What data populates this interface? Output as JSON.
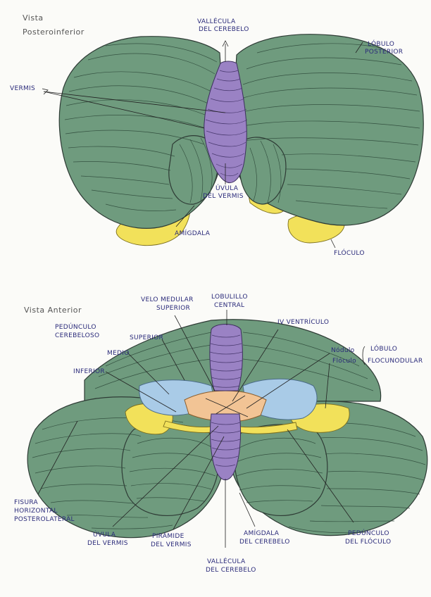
{
  "colors": {
    "hemisphere": "#6f9b7e",
    "vermis": "#9a82c4",
    "tonsil": "#f2e15a",
    "peduncle": "#a9cbe7",
    "ventricle": "#f2c495"
  },
  "top_view": {
    "title_line1": "Vista",
    "title_line2": "Posteroinferior",
    "labels": {
      "vallecula_1": "VALLÉCULA",
      "vallecula_2": "DEL CEREBELO",
      "lobulo_1": "LÓBULO",
      "lobulo_2": "POSTERIOR",
      "vermis": "VERMIS",
      "uvula_1": "ÚVULA",
      "uvula_2": "DEL VERMIS",
      "amigdala": "AMÍGDALA",
      "floculo": "FLÓCULO"
    }
  },
  "bottom_view": {
    "title": "Vista Anterior",
    "labels": {
      "velo_1": "VELO MEDULAR",
      "velo_2": "SUPERIOR",
      "lobulillo_1": "LOBULILLO",
      "lobulillo_2": "CENTRAL",
      "iv_ventriculo": "IV VENTRÍCULO",
      "pedunculo_1": "PEDÚNCULO",
      "pedunculo_2": "CEREBELOSO",
      "superior": "SUPERIOR",
      "medio": "MEDIO",
      "inferior": "INFERIOR",
      "nodulo": "Nódulo",
      "floculo_b": "Flóculo",
      "lobulo_fn_1": "LÓBULO",
      "lobulo_fn_2": "FLOCUNODULAR",
      "fisura_1": "FISURA",
      "fisura_2": "HORIZONTAL",
      "fisura_3": "POSTEROLATERAL",
      "uvula_1": "ÚVULA",
      "uvula_2": "DEL VERMIS",
      "piramide_1": "PIRÁMIDE",
      "piramide_2": "DEL VERMIS",
      "amigdala_1": "AMÍGDALA",
      "amigdala_2": "DEL CEREBELO",
      "vallecula_1": "VALLÉCULA",
      "vallecula_2": "DEL CEREBELO",
      "ped_floculo_1": "PEDÚNCULO",
      "ped_floculo_2": "DEL FLÓCULO"
    }
  }
}
